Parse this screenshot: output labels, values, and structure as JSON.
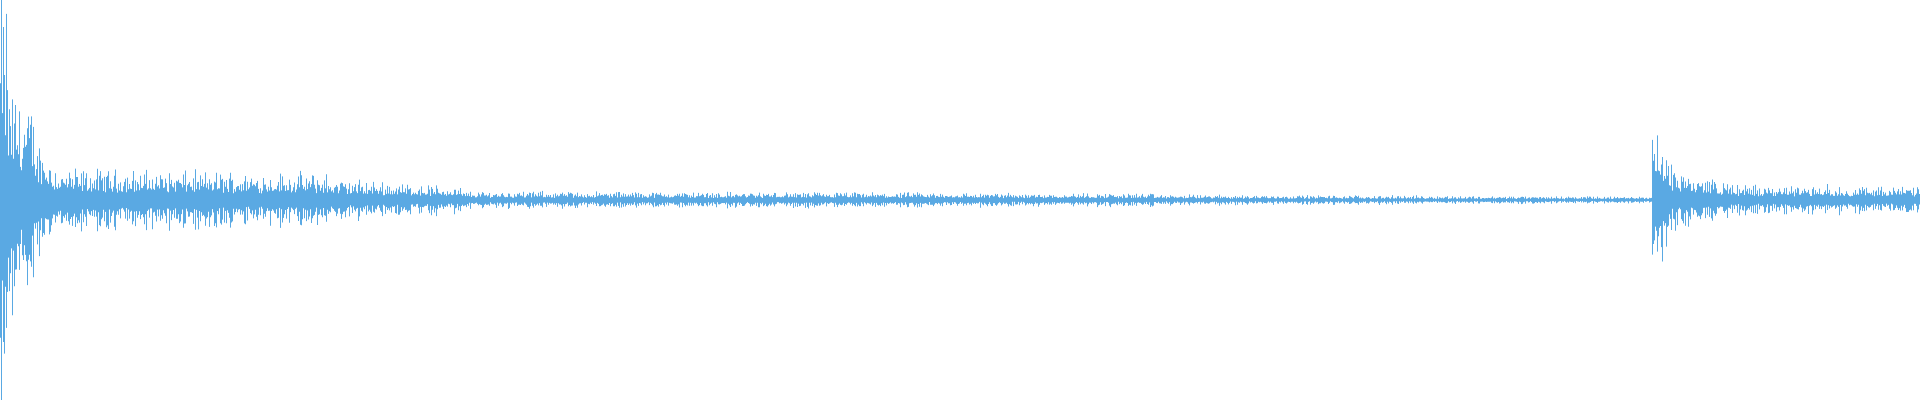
{
  "waveform": {
    "color": "#5aa9e3",
    "background": "#ffffff",
    "segments": [
      {
        "from": 0.0,
        "to": 0.004,
        "amp_start": 0.95,
        "amp_end": 0.9
      },
      {
        "from": 0.004,
        "to": 0.018,
        "amp_start": 0.55,
        "amp_end": 0.4
      },
      {
        "from": 0.018,
        "to": 0.03,
        "amp_start": 0.3,
        "amp_end": 0.15
      },
      {
        "from": 0.03,
        "to": 0.17,
        "amp_start": 0.14,
        "amp_end": 0.12
      },
      {
        "from": 0.17,
        "to": 0.24,
        "amp_start": 0.1,
        "amp_end": 0.06
      },
      {
        "from": 0.24,
        "to": 0.6,
        "amp_start": 0.04,
        "amp_end": 0.03
      },
      {
        "from": 0.6,
        "to": 0.86,
        "amp_start": 0.025,
        "amp_end": 0.015
      },
      {
        "from": 0.86,
        "to": 0.87,
        "amp_start": 0.35,
        "amp_end": 0.2
      },
      {
        "from": 0.87,
        "to": 0.9,
        "amp_start": 0.15,
        "amp_end": 0.08
      },
      {
        "from": 0.9,
        "to": 1.0,
        "amp_start": 0.07,
        "amp_end": 0.06
      }
    ]
  }
}
